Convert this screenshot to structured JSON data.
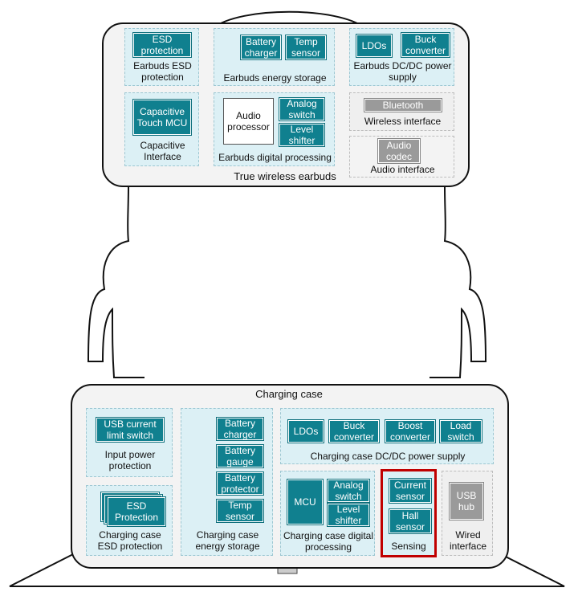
{
  "earbuds": {
    "title": "True wireless earbuds",
    "esd": {
      "chip": "ESD\nprotection",
      "label": "Earbuds ESD\nprotection"
    },
    "energy": {
      "battery_charger": "Battery\ncharger",
      "temp_sensor": "Temp\nsensor",
      "label": "Earbuds energy storage"
    },
    "dcdc": {
      "ldos": "LDOs",
      "buck": "Buck\nconverter",
      "label": "Earbuds DC/DC power\nsupply"
    },
    "touch": {
      "chip": "Capacitive\nTouch MCU",
      "label": "Capacitive\nInterface"
    },
    "digital": {
      "audio_processor": "Audio\nprocessor",
      "analog_switch": "Analog\nswitch",
      "level_shifter": "Level\nshifter",
      "label": "Earbuds digital processing"
    },
    "wireless": {
      "chip": "Bluetooth",
      "label": "Wireless interface"
    },
    "audio": {
      "chip": "Audio\ncodec",
      "label": "Audio interface"
    }
  },
  "case": {
    "title": "Charging case",
    "input_power": {
      "chip": "USB current\nlimit switch",
      "label": "Input power\nprotection"
    },
    "esd": {
      "chip": "ESD\nProtection",
      "label": "Charging case\nESD protection"
    },
    "energy": {
      "battery_charger": "Battery\ncharger",
      "battery_gauge": "Battery\ngauge",
      "battery_protector": "Battery\nprotector",
      "temp_sensor": "Temp\nsensor",
      "label": "Charging case\nenergy storage"
    },
    "dcdc": {
      "ldos": "LDOs",
      "buck": "Buck\nconverter",
      "boost": "Boost\nconverter",
      "load_switch": "Load\nswitch",
      "label": "Charging case DC/DC power supply"
    },
    "digital": {
      "mcu": "MCU",
      "analog_switch": "Analog\nswitch",
      "level_shifter": "Level\nshifter",
      "label": "Charging case digital\nprocessing"
    },
    "sensing": {
      "current_sensor": "Current\nsensor",
      "hall_sensor": "Hall\nsensor",
      "label": "Sensing"
    },
    "wired": {
      "chip": "USB\nhub",
      "label": "Wired\ninterface"
    }
  },
  "colors": {
    "chip": "#10808f",
    "zone": "#dcf0f5",
    "highlight": "#c00000",
    "gray_chip": "#9a9a9a"
  }
}
